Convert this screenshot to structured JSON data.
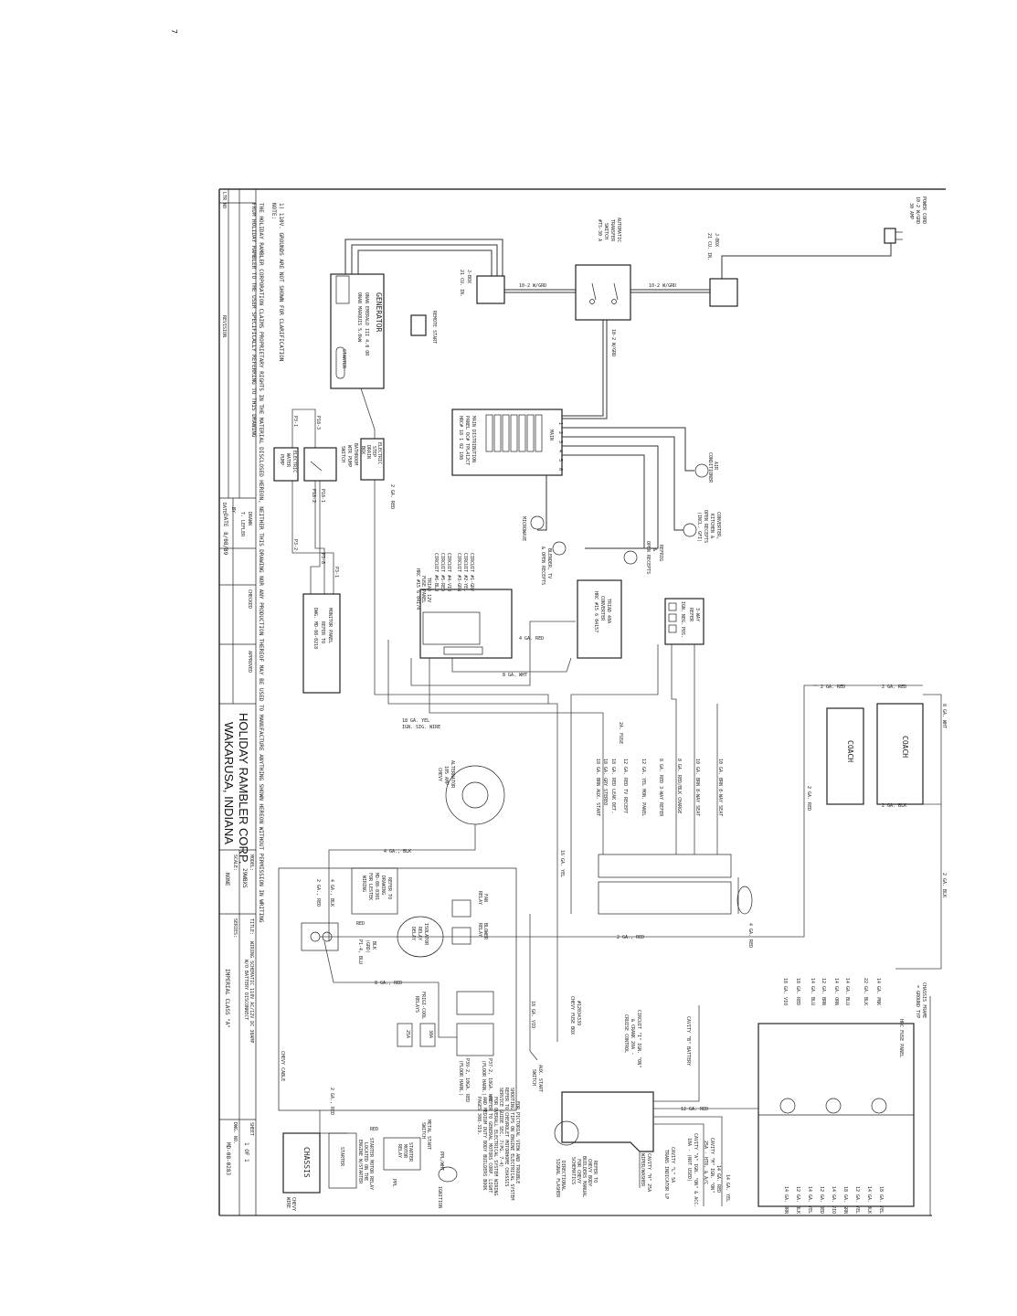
{
  "corner_mark": "7",
  "title_block": {
    "ltr_no": "LTR NO",
    "revision": "REVISION",
    "by": "BY",
    "date_hdr": "DATE",
    "drawn_label": "DRAWN",
    "drawn_by": "T. LEFLER",
    "date_label": "DATE",
    "date": "8/08/89",
    "checked": "CHECKED",
    "approved": "APPROVED",
    "company": "HOLIDAY RAMBLER CORP.",
    "location": "WAKARUSA, INDIANA",
    "model_label": "MODEL:",
    "model": "29WBXS",
    "scale_label": "SCALE:",
    "scale": "NONE",
    "title_label": "TITLE:",
    "title": "WIRING SCHEMATIC 110V AC/12V DC 30AMP",
    "title2": "W/O BATTERY DISCONNECT",
    "series_label": "SERIES:",
    "series": "IMPERIAL CLASS \"A\"",
    "sheet_label": "SHEET",
    "sheet": "1 OF 1",
    "dwg_label": "DWG. NO.",
    "dwg_no": "MD-08-0283"
  },
  "notes": {
    "proprietary1": "THE HOLIDAY RAMBLER CORPORATION CLAIMS PROPRIETARY RIGHTS IN THE MATERIAL DISCLOSED HEREON, NEITHER THIS DRAWING NOR ANY PRODUCTION THEREOF MAY BE USED TO MANUFACTURE ANYTHING SHOWN HEREON WITHOUT PERMISSION IN WRITING",
    "proprietary2": "FROM HOLIDAY RAMBLER TO THE USER SPECIFICALLY REFERRING TO THIS DRAWING",
    "note_title": "NOTE:",
    "note1": "1) 110V. GROUNDS ARE NOT SHOWN FOR CLARIFICATION"
  },
  "ac_side": {
    "generator": [
      "GENERATOR",
      "ONAN EMERALD III 4.0 OR",
      "ONAN MARQUIS 5.0kW",
      "STARTER"
    ],
    "remote_start": "REMOTE START",
    "jbox_left": [
      "J-BOX",
      "21 CU. IN."
    ],
    "jbox_right": [
      "J-BOX",
      "21 CU. IN."
    ],
    "transfer_switch": [
      "AUTOMATIC",
      "TRANSFER",
      "SWITCH",
      "#TS-30 A"
    ],
    "power_cord": [
      "POWER CORD",
      "10-2 W/GRD",
      "30 AMP"
    ],
    "wire_10_2_a": "10-2 W/GRD",
    "wire_10_2_b": "10-2 W/GRD",
    "wire_10_2_c": "10-2 W/GRD",
    "main_panel": [
      "MAIN DISTRIBUTION",
      "PANEL OC# TPL412CT",
      "HRC# 18 1 02 108"
    ],
    "breaker_numbers": [
      "MAIN",
      "1",
      "2",
      "3",
      "4",
      "5",
      "6"
    ],
    "loads": {
      "air_conditioner": [
        "AIR",
        "CONDITIONER"
      ],
      "converter": [
        "CONVERTER,",
        "KITCHEN &",
        "OPEN RECEPTS",
        "(INCL. GFI)"
      ],
      "refrig": [
        "REFRIG",
        "&",
        "OPEN RECEPTS"
      ],
      "blender": [
        "BLENDER, TV",
        "& OPEN RECEPTS"
      ],
      "microwave": "MICROWAVE"
    }
  },
  "dc_side": {
    "step_box": [
      "ELECTRIC",
      "STEP",
      "DRAIN",
      "BOX"
    ],
    "pump_switch": [
      "BATHROOM",
      "WTR PUMP",
      "SWITCH"
    ],
    "water_pump": [
      "ELECTRIC",
      "WATER",
      "PUMP"
    ],
    "connectors": [
      "P18-3",
      "P3-1",
      "P18-1",
      "P18-2",
      "P3-2",
      "P3-8",
      "P3-1"
    ],
    "wire_2ga_red": "2 GA. RED",
    "monitor_panel": [
      "MONITOR PANEL",
      "REFER TO",
      "DWG. MD-08-0218"
    ],
    "fuse_panel_circuits": [
      "CIRCUIT #1-GRY",
      "CIRCUIT #2-YEL",
      "CIRCUIT #3-GRN",
      "CIRCUIT #4-VIO",
      "CIRCUIT #5-RED",
      "CIRCUIT #6-BLU"
    ],
    "fuse_panel": [
      "TRIAD 12V",
      "FUSE PANEL",
      "HRC #15 6 04174"
    ],
    "converter": [
      "TRIAD 40A",
      "CONVERTER",
      "HRC #15 6 04157"
    ],
    "refer": [
      "3-WAY",
      "REFER"
    ],
    "refer_terminals": [
      "IGN.",
      "NEG.",
      "POS."
    ],
    "wire_4ga_red": "4 GA. RED",
    "wire_8ga_wht": "8 GA. WHT",
    "wire_ign_sig": [
      "18 GA. YEL",
      "IGN. SIG. WIRE"
    ],
    "fuse_2a": "2A. FUSE",
    "terminal_wires": [
      "18 GA. BRN AUX. START",
      "18 GA. GRY STEREO",
      "18 GA. RED LEAK DET.",
      "12 GA. RED TV RECEPT",
      "12 GA. YEL MON. PANEL",
      "8 GA. RED 3-WAY REFER",
      "8 GA. RED/BLK CHARGE",
      "10 GA. BRN 8-WAY SEAT",
      "10 GA. BRN 8-WAY SEAT"
    ],
    "coach_batteries": [
      "COACH",
      "COACH"
    ],
    "battery_wires": [
      "2 GA. RED",
      "2 GA. RED",
      "8 GA. WHT",
      "2 GA. BLK",
      "2 GA. RED",
      "2 GA. BLK",
      "2 GA., RED",
      "4 GA. RED",
      "16 GA. YEL"
    ]
  },
  "chassis": {
    "alternator": [
      "CHEVY",
      "105 AMP",
      "ALTERNATOR"
    ],
    "wire_4ga_blk": "4 GA., BLK",
    "wire_2ga_red": "2 GA., RED",
    "wire_4ga_blk2": "4 GA., BLK",
    "lestek": [
      "REFER TO",
      "DRAWING",
      "MD-08-0301",
      "FOR LESTEK",
      "WIRING"
    ],
    "fan_relay": [
      "FAN",
      "RELAY"
    ],
    "blower_relay": [
      "BLOWER",
      "RELAY"
    ],
    "isolator": [
      "ISOLATOR",
      "RELAY",
      "DELAY"
    ],
    "red": "RED",
    "blk_grd": [
      "BLK",
      "(GRD)"
    ],
    "p1_4": "P1-4, BLU",
    "wire_8ga_red": "8 GA., RED",
    "frigi_cool": [
      "FRIGI-COOL",
      "RELAYS"
    ],
    "relay_25a": "25A",
    "relay_30a": "30A",
    "p37": [
      "P37-2, 18GA. WHT",
      "(FLOOR HARN.)"
    ],
    "p39": [
      "P39-2, 10GA. RED",
      "(FLOOR HARN.)"
    ],
    "wire_2ga_red_lower": "2 GA., RED",
    "starter": "STARTER",
    "starter_red": "RED",
    "starter_relay": [
      "STARTER",
      "MOTOR",
      "RELAY"
    ],
    "starter_relay_note": [
      "STARTER MOTOR RELAY",
      "LOCATED ON THE",
      "ENGINE W/STARTER"
    ],
    "chassis_battery": "CHASSIS",
    "chevy_wire": [
      "CHEVY",
      "WIRE"
    ],
    "chevy_cable": "CHEVY CABLE",
    "ppl": "PPL",
    "ppl_wht": "PPL/WHT",
    "metal_switch": [
      "METAL START",
      "SWITCH"
    ],
    "ignition": "IGNITION",
    "wire_18ga_vio": "18 GA. VIO",
    "aux_start": [
      "AUX. START",
      "SWITCH"
    ],
    "pictorial_note": [
      "FOR PICTORIAL VIEW AND TROUBLE",
      "SHOOTING TIPS ON ENGINE ELECTRICAL SYSTEM",
      "REFER TO CHEVROLET MOTORHOME CHASSIS",
      "SERVICE GUIDE SEC. 7(PG. 7-4)",
      "FOR OVERALL ELECTRICAL SYSTEM WIRING",
      "REFER TO GENERAL MOTORS CORP. LIGHT",
      "AND MEDIUM DUTY BODY BUILDERS BOOK",
      "PAGES 308-319."
    ]
  },
  "chevy_fuse_box": {
    "label": [
      "#12034339",
      "CHEVY FUSE BOX"
    ],
    "circuit_i": [
      "CIRCUIT \"I\" IGN. \"ON\"",
      "& CRANK 20A -",
      "CRUISE CONTROL"
    ],
    "cavity_b": "CAVITY \"B\" BATTERY",
    "wire_12ga_red": "12 GA. RED",
    "cavity_a": [
      "CAVITY \"A\" IGN. \"ON\" & ACC.",
      "10A - (NOT USED)"
    ],
    "cavity_l": [
      "CAVITY \"L\" 5A",
      "TRANS INDICATOR LP"
    ],
    "cavity_h": [
      "CAVITY \"H\" 25A",
      "WIPER/WASHER"
    ],
    "cavity_m": [
      "CAVITY \"M\" IGN. \"ON\"",
      "25A - HTR. & A/C"
    ],
    "wire_14ga_red": "14 GA. RED",
    "wire_14ga_yel": "14 GA. YEL",
    "refer_note": [
      "REFER TO",
      "CHEVY BODY",
      "BUILDERS MANUAL",
      "FOR CHEVY",
      "SCHEMATICS"
    ],
    "flasher": [
      "DIRECTIONAL",
      "SIGNAL FLASHER"
    ]
  },
  "hrc_fuse_panel": {
    "label": "HRC FUSE PANEL",
    "ground": [
      "CHASSIS FRAME",
      "= GROUND TYP"
    ],
    "left_wires": [
      "14 GA. PNK",
      "22 GA. BLK",
      "14 GA. BLU",
      "14 GA. ORN",
      "12 GA. BRN",
      "14 GA. BLU",
      "18 GA. RED",
      "18 GA. VIO"
    ],
    "right_wires": [
      "18 GA. YEL",
      "14 GA. BLK",
      "12 GA. YEL",
      "18 GA. GRN",
      "14 GA. VIO",
      "12 GA. RED",
      "14 GA. YEL",
      "12 GA. BLK",
      "14 GA. ORN"
    ]
  }
}
